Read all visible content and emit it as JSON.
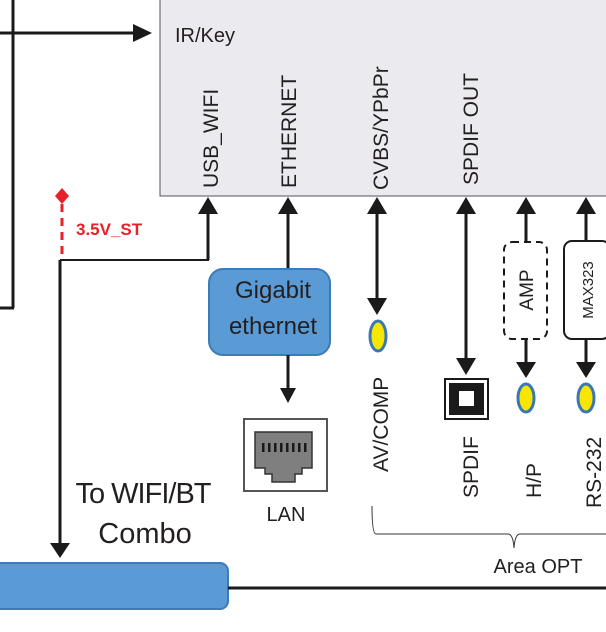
{
  "diagram": {
    "soc_block": {
      "input_label": "IR/Key",
      "ports": [
        "USB_WIFI",
        "ETHERNET",
        "CVBS/YPbPr",
        "SPDIF OUT"
      ]
    },
    "power": {
      "label": "3.5V_ST"
    },
    "gigabit": {
      "line1": "Gigabit",
      "line2": "ethernet"
    },
    "lan": {
      "label": "LAN"
    },
    "wifi_combo": {
      "line1": "To WIFI/BT",
      "line2": "Combo"
    },
    "amp": {
      "label": "AMP"
    },
    "max323": {
      "label": "MAX323"
    },
    "connectors": [
      "AV/COMP",
      "SPDIF",
      "H/P",
      "RS-232"
    ],
    "area": {
      "label": "Area OPT"
    },
    "colors": {
      "soc_fill": "#ebebef",
      "blue_block": "#5b9bd5",
      "jack_fill": "#f7e600",
      "jack_stroke": "#3a78b5",
      "power_red": "#e8202a",
      "lan_gray": "#7f7f7f"
    }
  }
}
